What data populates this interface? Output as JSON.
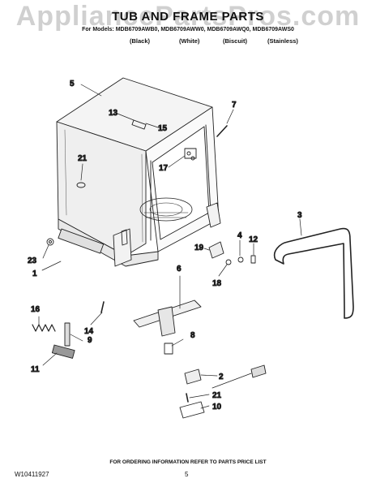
{
  "watermark": "AppliancePartsPros.com",
  "title": "TUB AND FRAME PARTS",
  "models_line": "For Models: MDB6709AWB0, MDB6709AWW0, MDB6709AWQ0, MDB6709AWS0",
  "variants": [
    "(Black)",
    "(White)",
    "(Biscuit)",
    "(Stainless)"
  ],
  "callouts": [
    "1",
    "2",
    "3",
    "4",
    "5",
    "6",
    "7",
    "8",
    "9",
    "10",
    "11",
    "12",
    "13",
    "14",
    "15",
    "16",
    "17",
    "18",
    "19",
    "21",
    "21",
    "23"
  ],
  "footer": {
    "order_info": "FOR ORDERING INFORMATION REFER TO PARTS PRICE LIST",
    "doc_code": "W10411927",
    "page_number": "5"
  }
}
